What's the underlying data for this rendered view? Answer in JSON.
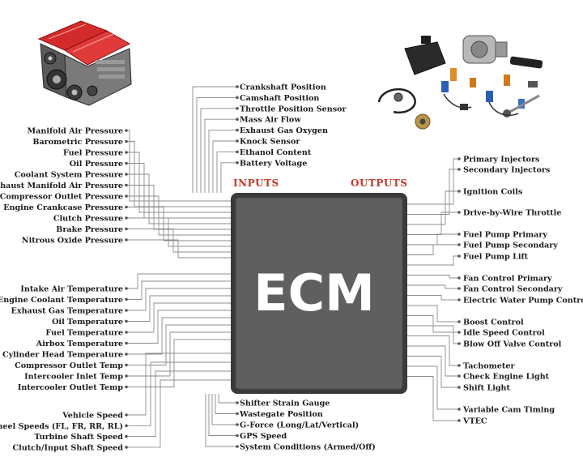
{
  "diagram": {
    "center_label": "ECM",
    "inputs_header": "INPUTS",
    "outputs_header": "OUTPUTS",
    "top_inputs": [
      "Crankshaft Position",
      "Camshaft Position",
      "Throttle Position Sensor",
      "Mass Air Flow",
      "Exhaust Gas Oxygen",
      "Knock Sensor",
      "Ethanol Content",
      "Battery Voltage"
    ],
    "left_inputs_pressure": [
      "Manifold Air Pressure",
      "Barometric Pressure",
      "Fuel Pressure",
      "Oil Pressure",
      "Coolant System Pressure",
      "Exhaust Manifold Air Pressure",
      "Compressor Outlet Pressure",
      "Engine Crankcase Pressure",
      "Clutch Pressure",
      "Brake Pressure",
      "Nitrous Oxide Pressure"
    ],
    "left_inputs_temperature": [
      "Intake Air Temperature",
      "Engine Coolant Temperature",
      "Exhaust Gas Temperature",
      "Oil Temperature",
      "Fuel Temperature",
      "Airbox Temperature",
      "Cylinder Head Temperature",
      "Compressor Outlet Temp",
      "Intercooler Inlet Temp",
      "Intercooler Outlet Temp"
    ],
    "left_inputs_speed": [
      "Vehicle Speed",
      "Wheel Speeds (FL, FR, RR, RL)",
      "Turbine Shaft Speed",
      "Clutch/Input Shaft Speed"
    ],
    "bottom_inputs": [
      "Shifter Strain Gauge",
      "Wastegate Position",
      "G-Force (Long/Lat/Vertical)",
      "GPS Speed",
      "System Conditions (Armed/Off)"
    ],
    "right_outputs": [
      "Primary Injectors",
      "Secondary Injectors",
      "Ignition Coils",
      "Drive-by-Wire Throttle",
      "Fuel Pump Primary",
      "Fuel Pump Secondary",
      "Fuel Pump Lift",
      "Fan Control Primary",
      "Fan Control Secondary",
      "Electric Water Pump Control",
      "Boost Control",
      "Idle Speed Control",
      "Blow Off Valve Control",
      "Tachometer",
      "Check Engine Light",
      "Shift Light",
      "Variable Cam Timing",
      "VTEC"
    ],
    "colors": {
      "ecm_fill": "#5f5f5f",
      "ecm_border": "#3a3a3a",
      "header": "#c0392b",
      "wire": "#8c8c8c"
    },
    "images": {
      "engine": "engine-illustration",
      "sensors": "sensor-parts-photo"
    }
  }
}
